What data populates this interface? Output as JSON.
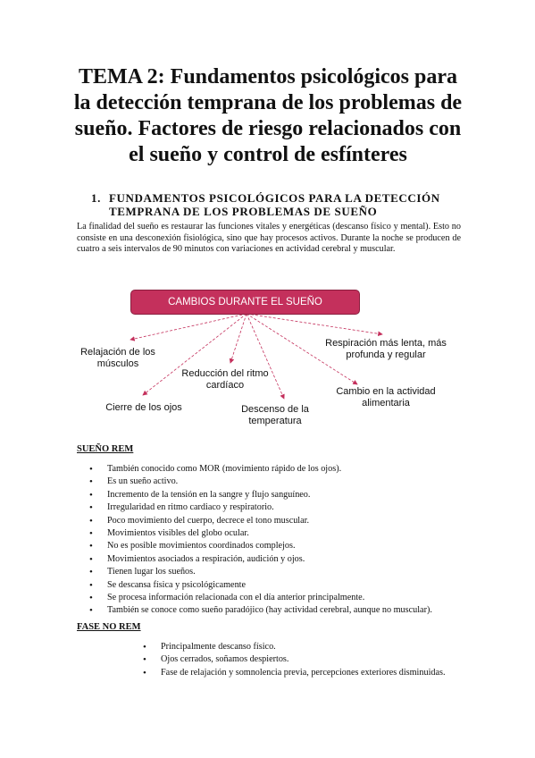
{
  "document": {
    "title_lines": [
      "TEMA 2: Fundamentos psicológicos para",
      "la detección temprana de los problemas de",
      "sueño. Factores de riesgo relacionados con",
      "el sueño y control de esfínteres"
    ],
    "section": {
      "number": "1.",
      "heading_line1": "FUNDAMENTOS PSICOLÓGICOS PARA LA DETECCIÓN",
      "heading_line2": "TEMPRANA DE LOS PROBLEMAS DE SUEÑO",
      "intro": "La finalidad del sueño es restaurar las funciones vitales y energéticas (descanso físico y mental). Esto no consiste en una desconexión fisiológica, sino que hay procesos activos. Durante la noche se producen de cuatro a seis intervalos de 90 minutos con variaciones en actividad cerebral y muscular."
    },
    "diagram": {
      "central": "CAMBIOS DURANTE EL SUEÑO",
      "nodes": {
        "relajacion": "Relajación de los músculos",
        "reduccion": "Reducción del ritmo cardíaco",
        "cierre": "Cierre de los ojos",
        "descenso": "Descenso de la temperatura",
        "respiracion": "Respiración más lenta, más profunda y regular",
        "cambio": "Cambio en la actividad alimentaria"
      },
      "colors": {
        "box_fill": "#c4305c",
        "arrow": "#c4305c"
      }
    },
    "rem": {
      "heading": "SUEÑO REM",
      "items": [
        "También conocido como MOR (movimiento rápido de los ojos).",
        "Es un sueño activo.",
        "Incremento de la tensión en la sangre y flujo sanguíneo.",
        "Irregularidad en ritmo cardiaco y respiratorio.",
        "Poco movimiento del cuerpo, decrece el tono muscular.",
        "Movimientos visibles del globo ocular.",
        "No es posible movimientos coordinados complejos.",
        "Movimientos asociados a respiración, audición y ojos.",
        "Tienen lugar los sueños.",
        "Se descansa física y psicológicamente",
        "Se procesa información relacionada con el día anterior principalmente.",
        "También se conoce como sueño paradójico (hay actividad cerebral, aunque no muscular)."
      ]
    },
    "norem": {
      "heading": "FASE NO REM",
      "items": [
        "Principalmente descanso físico.",
        "Ojos cerrados, soñamos despiertos.",
        "Fase de relajación y somnolencia previa, percepciones exteriores disminuidas."
      ]
    }
  }
}
